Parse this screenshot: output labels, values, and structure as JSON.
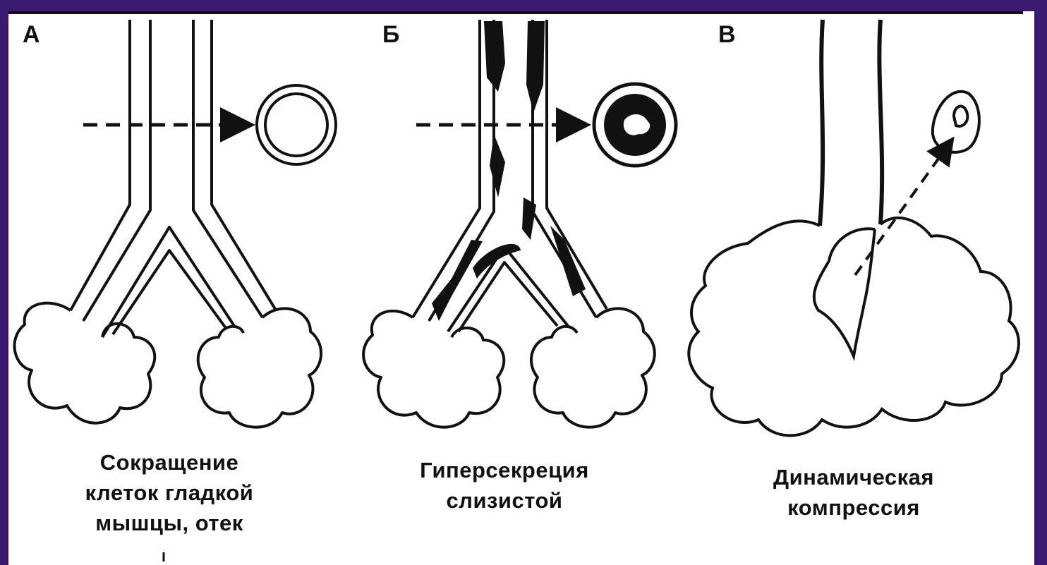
{
  "colors": {
    "frame": "#3a1a6e",
    "ink": "#111111",
    "paper": "#ffffff"
  },
  "panels": [
    {
      "letter": "А",
      "caption_lines": [
        "Сокращение",
        "клеток гладкой",
        "мышцы, отек"
      ]
    },
    {
      "letter": "Б",
      "caption_lines": [
        "Гиперсекреция",
        "слизистой"
      ]
    },
    {
      "letter": "В",
      "caption_lines": [
        "Динамическая",
        "компрессия"
      ]
    }
  ]
}
